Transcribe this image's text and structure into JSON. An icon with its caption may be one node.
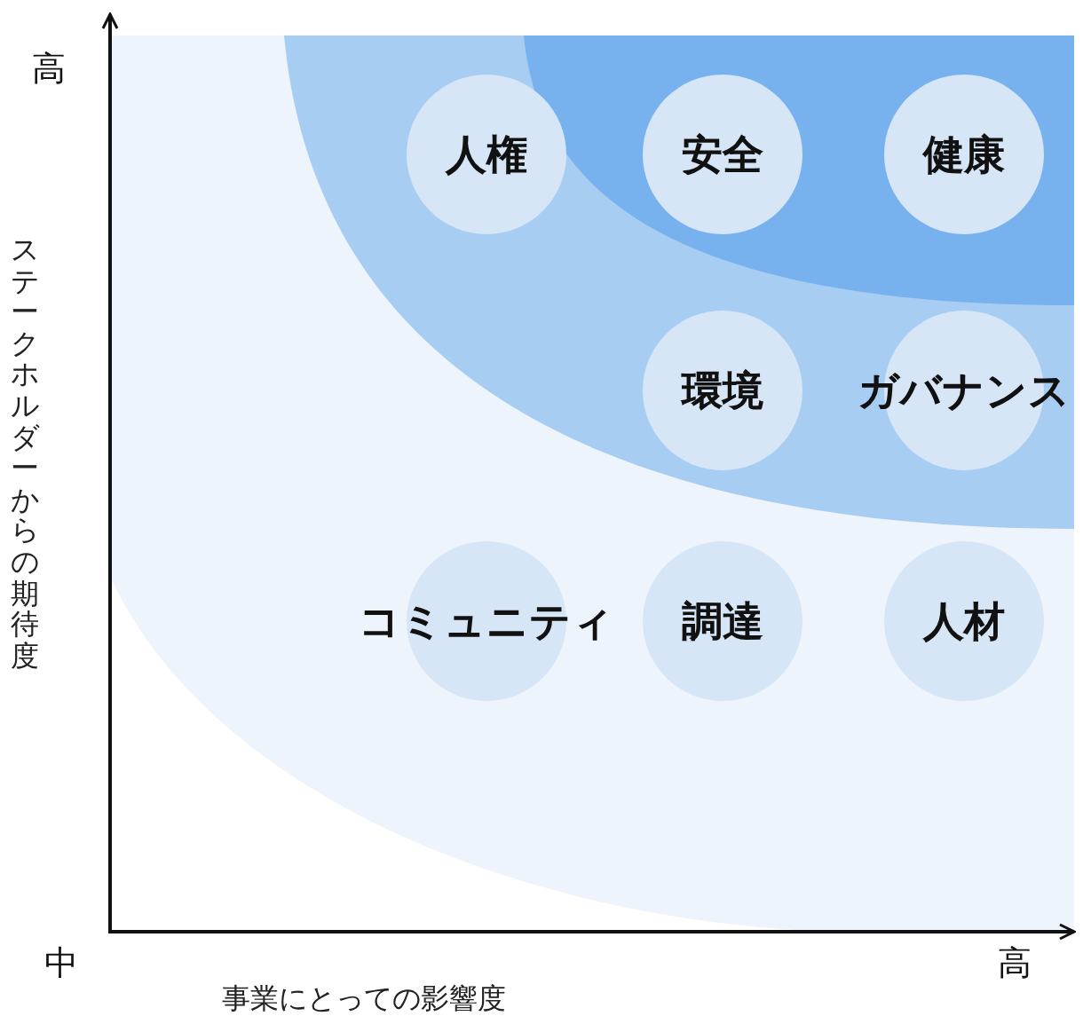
{
  "diagram": {
    "nodes": [
      {
        "text": [
          "人権"
        ]
      },
      {
        "text": [
          "安全"
        ]
      },
      {
        "text": [
          "健康"
        ]
      },
      {
        "text": [
          "環境"
        ]
      },
      {
        "text": [
          "ガバナンス"
        ]
      },
      {
        "text": [
          "コミュニティ"
        ]
      },
      {
        "text": [
          "調達"
        ]
      },
      {
        "text": [
          "人材"
        ]
      }
    ],
    "labels": [
      "高",
      "ステークホルダーからの期待度",
      "中",
      "高",
      "事業にとっての影響度"
    ]
  }
}
